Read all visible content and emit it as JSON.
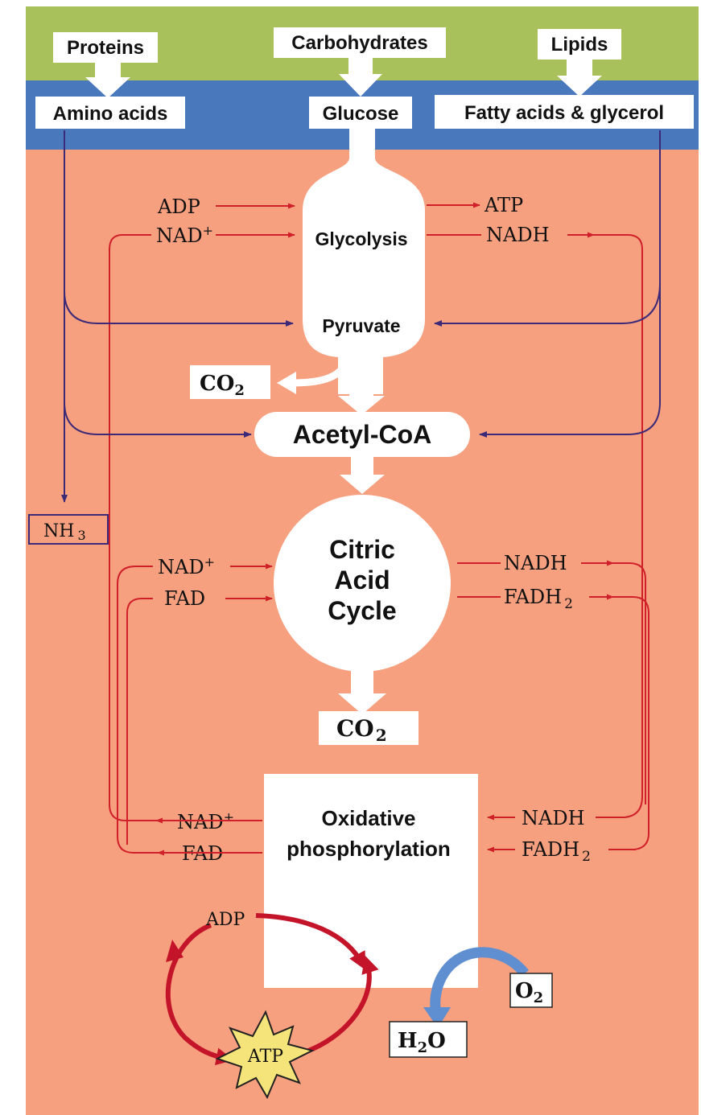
{
  "colors": {
    "top_band": "#a9c15a",
    "blue_band": "#4a78bd",
    "background": "#f7a07f",
    "red_arrow": "#d0202a",
    "purple_arrow": "#3c2a78",
    "dark_red": "#c4142a",
    "o2_arrow": "#5f8fd0",
    "atp_burst": "#f4e479"
  },
  "top": {
    "proteins": "Proteins",
    "carbohydrates": "Carbohydrates",
    "lipids": "Lipids"
  },
  "second": {
    "amino_acids": "Amino acids",
    "glucose": "Glucose",
    "fatty_acids": "Fatty acids & glycerol"
  },
  "glycolysis": {
    "adp": "ADP",
    "nad_base": "NAD",
    "nad_sup": "+",
    "label": "Glycolysis",
    "atp": "ATP",
    "nadh": "NADH",
    "pyruvate": "Pyruvate"
  },
  "co2_top": {
    "base": "CO",
    "sub": "2"
  },
  "acetyl": "Acetyl-CoA",
  "nh3": {
    "base": "NH",
    "sub": "3"
  },
  "citric": {
    "line1": "Citric",
    "line2": "Acid",
    "line3": "Cycle",
    "nad_base": "NAD",
    "nad_sup": "+",
    "fad": "FAD",
    "nadh": "NADH",
    "fadh_base": "FADH",
    "fadh_sub": "2"
  },
  "co2_mid": {
    "base": "CO",
    "sub": "2"
  },
  "oxidative": {
    "line1": "Oxidative",
    "line2": "phosphorylation",
    "nad_base": "NAD",
    "nad_sup": "+",
    "fad": "FAD",
    "nadh": "NADH",
    "fadh_base": "FADH",
    "fadh_sub": "2"
  },
  "cycle": {
    "adp": "ADP",
    "atp": "ATP"
  },
  "o2": {
    "base": "O",
    "sub": "2"
  },
  "h2o": {
    "base1": "H",
    "sub": "2",
    "base2": "O"
  }
}
